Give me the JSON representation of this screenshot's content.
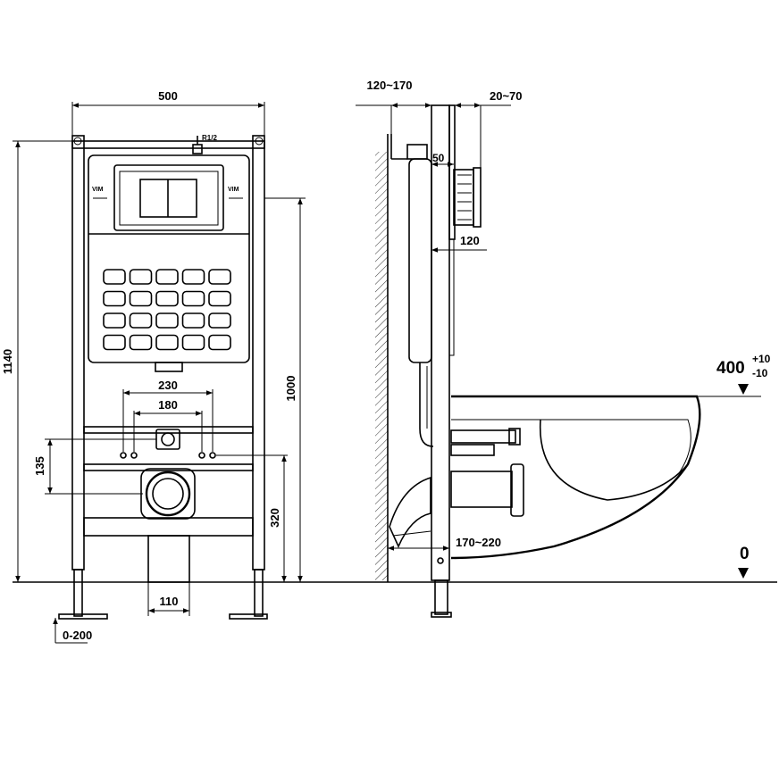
{
  "front_view": {
    "dim_width": "500",
    "dim_height_total": "1140",
    "dim_height_1000": "1000",
    "dim_230": "230",
    "dim_180": "180",
    "dim_135": "135",
    "dim_320": "320",
    "dim_110": "110",
    "dim_feet": "0-200",
    "inlet_label": "R1/2"
  },
  "side_view": {
    "dim_wall_depth": "120~170",
    "dim_panel": "20~70",
    "dim_50": "50",
    "dim_120": "120",
    "dim_170_220": "170~220",
    "dim_height": "400",
    "tol_plus": "+10",
    "tol_minus": "-10",
    "floor_level": "0"
  },
  "colors": {
    "line": "#000000",
    "background": "#ffffff"
  }
}
